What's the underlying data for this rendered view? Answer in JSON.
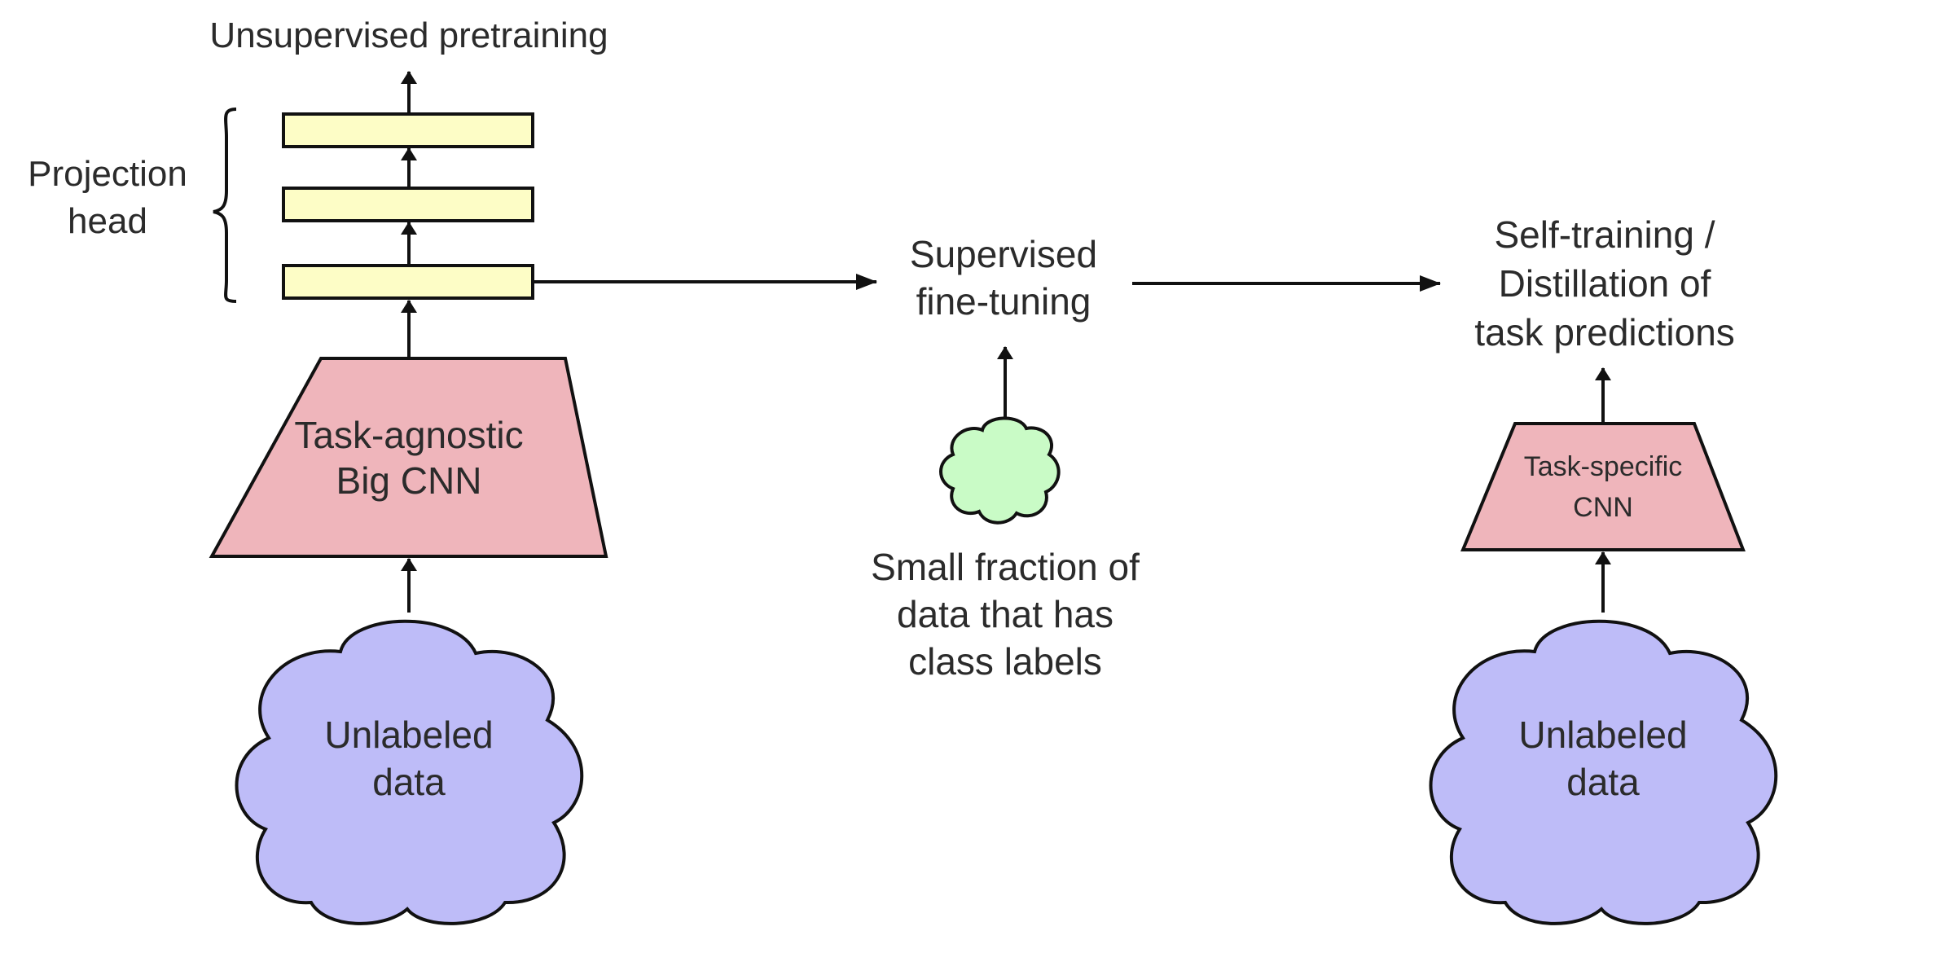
{
  "pretraining": {
    "title": "Unsupervised pretraining",
    "projection_label_line1": "Projection",
    "projection_label_line2": "head",
    "big_cnn_line1": "Task-agnostic",
    "big_cnn_line2": "Big CNN",
    "unlabeled_line1": "Unlabeled",
    "unlabeled_line2": "data"
  },
  "finetuning": {
    "title_line1": "Supervised",
    "title_line2": "fine-tuning",
    "labeled_line1": "Small fraction of",
    "labeled_line2": "data that has",
    "labeled_line3": "class labels"
  },
  "distillation": {
    "title_line1": "Self-training /",
    "title_line2": "Distillation of",
    "title_line3": "task predictions",
    "small_cnn_line1": "Task-specific",
    "small_cnn_line2": "CNN",
    "unlabeled_line1": "Unlabeled",
    "unlabeled_line2": "data"
  },
  "colors": {
    "projection_layer": "#fdfdc6",
    "cnn": "#efb5bb",
    "unlabeled_cloud": "#bebcf8",
    "labeled_cloud": "#c9fbc6",
    "stroke": "#111111"
  }
}
